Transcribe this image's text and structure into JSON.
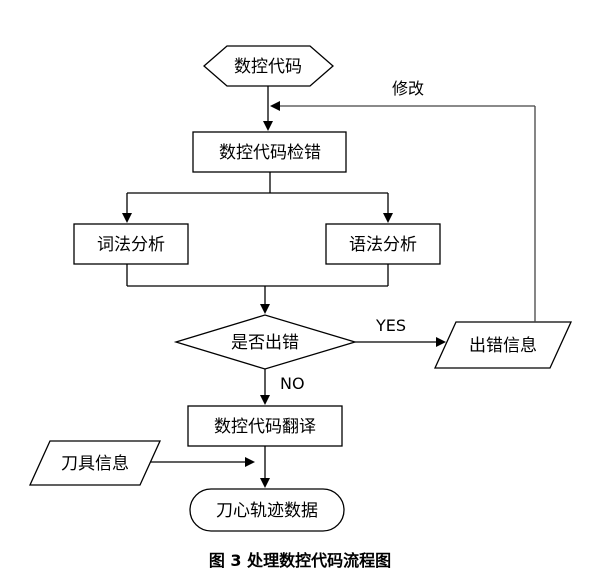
{
  "nodes": {
    "start": "数控代码",
    "check": "数控代码检错",
    "lexical": "词法分析",
    "syntax": "语法分析",
    "decision": "是否出错",
    "error_info": "出错信息",
    "translate": "数控代码翻译",
    "tool_info": "刀具信息",
    "output": "刀心轨迹数据"
  },
  "edges": {
    "modify": "修改",
    "yes": "YES",
    "no": "NO"
  },
  "caption": "图 3  处理数控代码流程图"
}
